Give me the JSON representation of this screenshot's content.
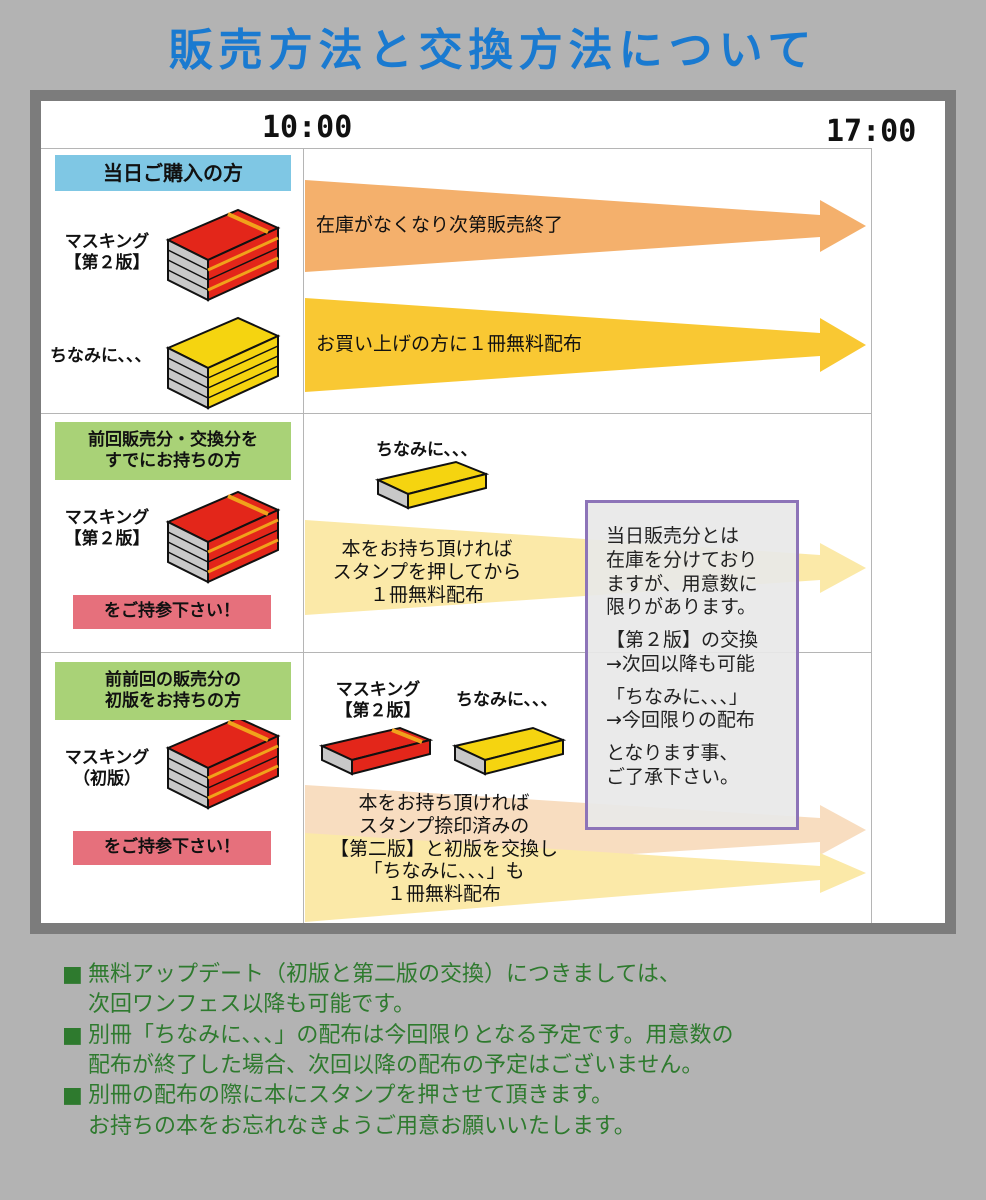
{
  "title": "販売方法と交換方法について",
  "times": {
    "start": "10:00",
    "end": "17:00"
  },
  "sections": [
    {
      "label": "当日ご購入の方",
      "items": [
        {
          "text": "マスキング\n【第２版】",
          "arrow": "在庫がなくなり次第販売終了"
        },
        {
          "text": "ちなみに、、、",
          "arrow": "お買い上げの方に１冊無料配布"
        }
      ]
    },
    {
      "label": "前回販売分・交換分を\nすでにお持ちの方",
      "book": "マスキング\n【第２版】",
      "bring": "をご持参下さい！",
      "ref": "ちなみに、、、",
      "arrow": "本をお持ち頂ければ\nスタンプを押してから\n１冊無料配布"
    },
    {
      "label": "前前回の販売分の\n初版をお持ちの方",
      "book": "マスキング\n（初版）",
      "bring": "をご持参下さい！",
      "ref1": "マスキング\n【第２版】",
      "ref2": "ちなみに、、、",
      "arrow": "本をお持ち頂ければ\nスタンプ捺印済みの\n【第二版】と初版を交換し\n「ちなみに、、、」も\n１冊無料配布"
    }
  ],
  "note_box": [
    "当日販売分とは\n在庫を分けており\nますが、用意数に\n限りがあります。",
    "【第２版】の交換\n→次回以降も可能",
    "「ちなみに、、、」\n→今回限りの配布",
    "となります事、\nご了承下さい。"
  ],
  "notes": [
    "無料アップデート（初版と第二版の交換）につきましては、\n次回ワンフェス以降も可能です。",
    "別冊「ちなみに、、、」の配布は今回限りとなる予定です。用意数の\n配布が終了した場合、次回以降の配布の予定はございません。",
    "別冊の配布の際に本にスタンプを押させて頂きます。\nお持ちの本をお忘れなきようご用意お願いいたします。"
  ],
  "note_bullet": "■",
  "colors": {
    "title": "#1a7ad0",
    "arrow_orange": "#f4b06c",
    "arrow_yellow": "#f9c833",
    "arrow_orange_faded": "#f8ddc0",
    "arrow_yellow_faded": "#fbe9a8",
    "book_red": "#e3261a",
    "book_yellow": "#f5d410",
    "note_green": "#2e7a2e"
  }
}
